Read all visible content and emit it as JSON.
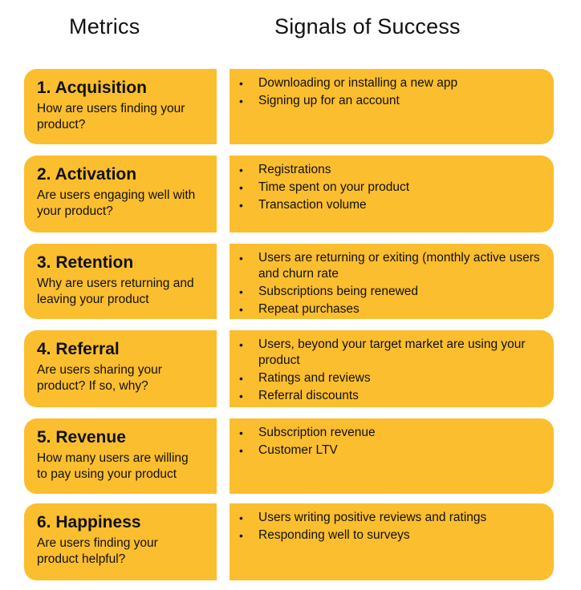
{
  "headers": {
    "metrics": "Metrics",
    "signals": "Signals of Success"
  },
  "rows": [
    {
      "title": "1. Acquisition",
      "description": "How are users finding your product?",
      "signals": [
        "Downloading or installing a new app",
        "Signing up for an account"
      ]
    },
    {
      "title": "2. Activation",
      "description": "Are users engaging well with your product?",
      "signals": [
        "Registrations",
        "Time spent on your product",
        "Transaction volume"
      ]
    },
    {
      "title": "3. Retention",
      "description": "Why are users returning and leaving your product",
      "signals": [
        "Users are returning or exiting (monthly active users and churn rate",
        "Subscriptions being renewed",
        "Repeat purchases"
      ]
    },
    {
      "title": "4. Referral",
      "description": "Are users sharing your product? If so, why?",
      "signals": [
        "Users, beyond your target market are using your product",
        "Ratings and reviews",
        "Referral discounts"
      ]
    },
    {
      "title": "5. Revenue",
      "description": "How many users are willing to pay using your product",
      "signals": [
        "Subscription revenue",
        "Customer LTV"
      ]
    },
    {
      "title": "6. Happiness",
      "description": "Are users finding your product helpful?",
      "signals": [
        "Users writing positive reviews and ratings",
        "Responding well to surveys"
      ]
    }
  ]
}
